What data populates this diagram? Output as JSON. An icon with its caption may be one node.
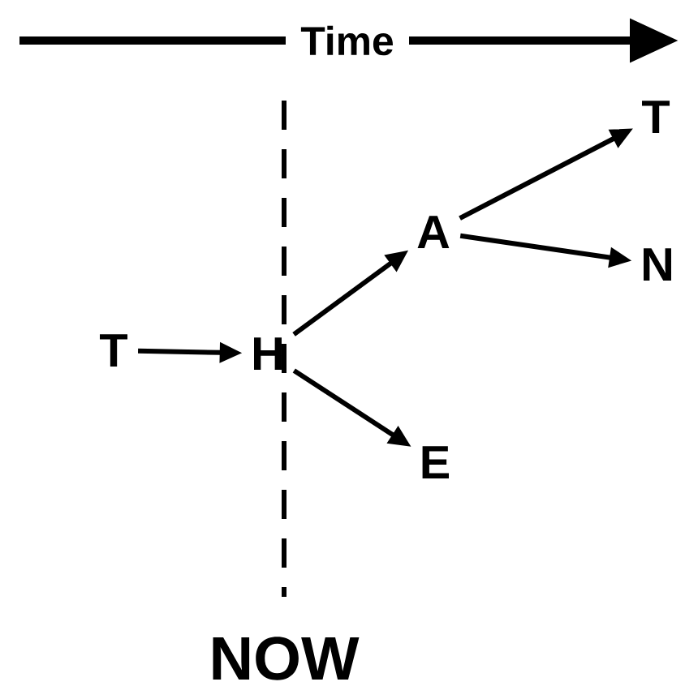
{
  "diagram": {
    "nodes": [
      {
        "text": [
          "T"
        ]
      },
      {
        "text": [
          "H"
        ]
      },
      {
        "text": [
          "A"
        ]
      },
      {
        "text": [
          "E"
        ]
      },
      {
        "text": [
          "T"
        ]
      },
      {
        "text": [
          "N"
        ]
      }
    ],
    "edges": [
      {
        "from": 0,
        "to": 1,
        "arrow": "to"
      },
      {
        "from": 1,
        "to": 2,
        "arrow": "to"
      },
      {
        "from": 1,
        "to": 3,
        "arrow": "to"
      },
      {
        "from": 2,
        "to": 4,
        "arrow": "to"
      },
      {
        "from": 2,
        "to": 5,
        "arrow": "to"
      }
    ],
    "labels": [
      "Time",
      "NOW"
    ]
  }
}
